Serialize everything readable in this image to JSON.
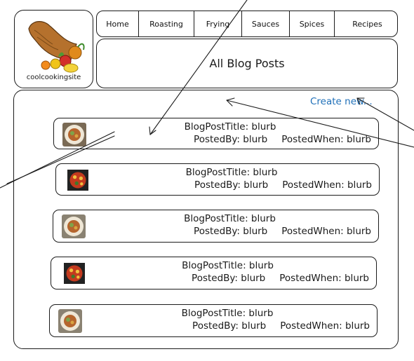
{
  "site": {
    "logo_caption": "coolcookingsite"
  },
  "nav": {
    "tabs": [
      {
        "label": "Home"
      },
      {
        "label": "Roasting"
      },
      {
        "label": "Frying"
      },
      {
        "label": "Sauces"
      },
      {
        "label": "Spices"
      },
      {
        "label": "Recipes"
      }
    ]
  },
  "header": {
    "title": "All Blog Posts"
  },
  "actions": {
    "create_label": "Create new..."
  },
  "posts": [
    {
      "title": "BlogPostTitle: blurb",
      "posted_by": "PostedBy: blurb",
      "posted_when": "PostedWhen: blurb",
      "thumb": "dish-plate-icon"
    },
    {
      "title": "BlogPostTitle: blurb",
      "posted_by": "PostedBy: blurb",
      "posted_when": "PostedWhen: blurb",
      "thumb": "pizza-icon"
    },
    {
      "title": "BlogPostTitle: blurb",
      "posted_by": "PostedBy: blurb",
      "posted_when": "PostedWhen: blurb",
      "thumb": "dish-plate-icon"
    },
    {
      "title": "BlogPostTitle: blurb",
      "posted_by": "PostedBy: blurb",
      "posted_when": "PostedWhen: blurb",
      "thumb": "pizza-icon"
    },
    {
      "title": "BlogPostTitle: blurb",
      "posted_by": "PostedBy: blurb",
      "posted_when": "PostedWhen: blurb",
      "thumb": "dish-plate-icon"
    }
  ],
  "colors": {
    "link": "#1e6fb8",
    "stroke": "#1b1b1b"
  }
}
